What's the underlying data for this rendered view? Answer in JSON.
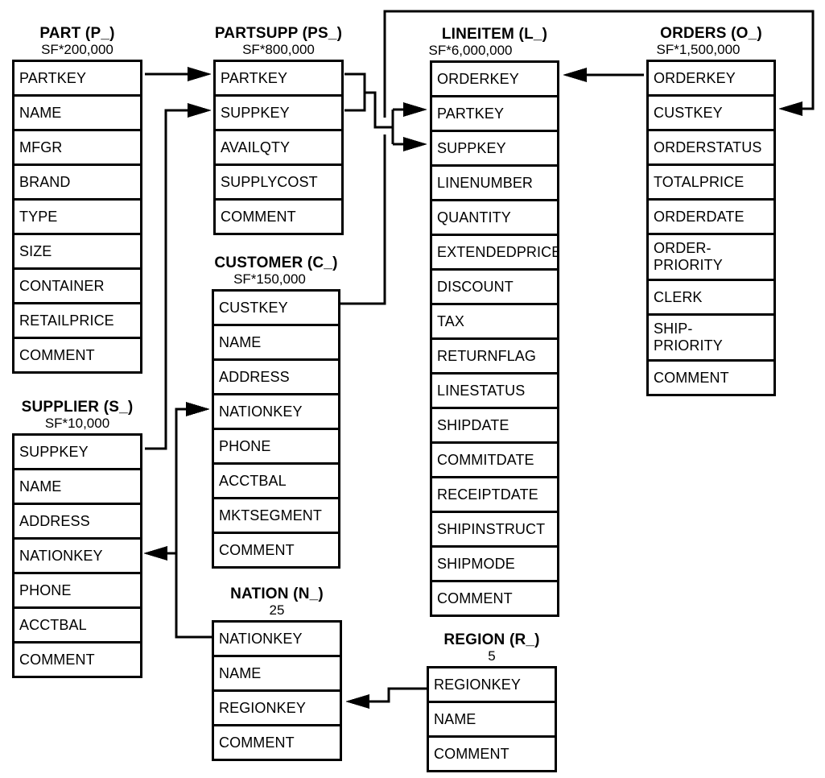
{
  "tables": [
    {
      "id": "part",
      "name": "PART (P_)",
      "cardinality": "SF*200,000",
      "rows": [
        "PARTKEY",
        "NAME",
        "MFGR",
        "BRAND",
        "TYPE",
        "SIZE",
        "CONTAINER",
        "RETAILPRICE",
        "COMMENT"
      ]
    },
    {
      "id": "partsupp",
      "name": "PARTSUPP (PS_)",
      "cardinality": "SF*800,000",
      "rows": [
        "PARTKEY",
        "SUPPKEY",
        "AVAILQTY",
        "SUPPLYCOST",
        "COMMENT"
      ]
    },
    {
      "id": "lineitem",
      "name": "LINEITEM (L_)",
      "cardinality": "SF*6,000,000",
      "rows": [
        "ORDERKEY",
        "PARTKEY",
        "SUPPKEY",
        "LINENUMBER",
        "QUANTITY",
        "EXTENDEDPRICE",
        "DISCOUNT",
        "TAX",
        "RETURNFLAG",
        "LINESTATUS",
        "SHIPDATE",
        "COMMITDATE",
        "RECEIPTDATE",
        "SHIPINSTRUCT",
        "SHIPMODE",
        "COMMENT"
      ]
    },
    {
      "id": "orders",
      "name": "ORDERS (O_)",
      "cardinality": "SF*1,500,000",
      "rows": [
        "ORDERKEY",
        "CUSTKEY",
        "ORDERSTATUS",
        "TOTALPRICE",
        "ORDERDATE",
        "ORDER-\nPRIORITY",
        "CLERK",
        "SHIP-\nPRIORITY",
        "COMMENT"
      ]
    },
    {
      "id": "customer",
      "name": "CUSTOMER (C_)",
      "cardinality": "SF*150,000",
      "rows": [
        "CUSTKEY",
        "NAME",
        "ADDRESS",
        "NATIONKEY",
        "PHONE",
        "ACCTBAL",
        "MKTSEGMENT",
        "COMMENT"
      ]
    },
    {
      "id": "supplier",
      "name": "SUPPLIER (S_)",
      "cardinality": "SF*10,000",
      "rows": [
        "SUPPKEY",
        "NAME",
        "ADDRESS",
        "NATIONKEY",
        "PHONE",
        "ACCTBAL",
        "COMMENT"
      ]
    },
    {
      "id": "nation",
      "name": "NATION (N_)",
      "cardinality": "25",
      "rows": [
        "NATIONKEY",
        "NAME",
        "REGIONKEY",
        "COMMENT"
      ]
    },
    {
      "id": "region",
      "name": "REGION (R_)",
      "cardinality": "5",
      "rows": [
        "REGIONKEY",
        "NAME",
        "COMMENT"
      ]
    }
  ],
  "relationships": [
    {
      "from": "PART.PARTKEY",
      "to": "PARTSUPP.PARTKEY"
    },
    {
      "from": "SUPPLIER.SUPPKEY",
      "to": "PARTSUPP.SUPPKEY"
    },
    {
      "from": "PARTSUPP.PARTKEY",
      "to": "LINEITEM.PARTKEY"
    },
    {
      "from": "PARTSUPP.SUPPKEY",
      "to": "LINEITEM.SUPPKEY"
    },
    {
      "from": "ORDERS.ORDERKEY",
      "to": "LINEITEM.ORDERKEY"
    },
    {
      "from": "CUSTOMER.CUSTKEY",
      "to": "ORDERS.CUSTKEY"
    },
    {
      "from": "NATION.NATIONKEY",
      "to": "CUSTOMER.NATIONKEY"
    },
    {
      "from": "NATION.NATIONKEY",
      "to": "SUPPLIER.NATIONKEY"
    },
    {
      "from": "REGION.REGIONKEY",
      "to": "NATION.REGIONKEY"
    }
  ],
  "colors": {
    "line": "#000000",
    "background": "#ffffff",
    "text": "#000000"
  }
}
